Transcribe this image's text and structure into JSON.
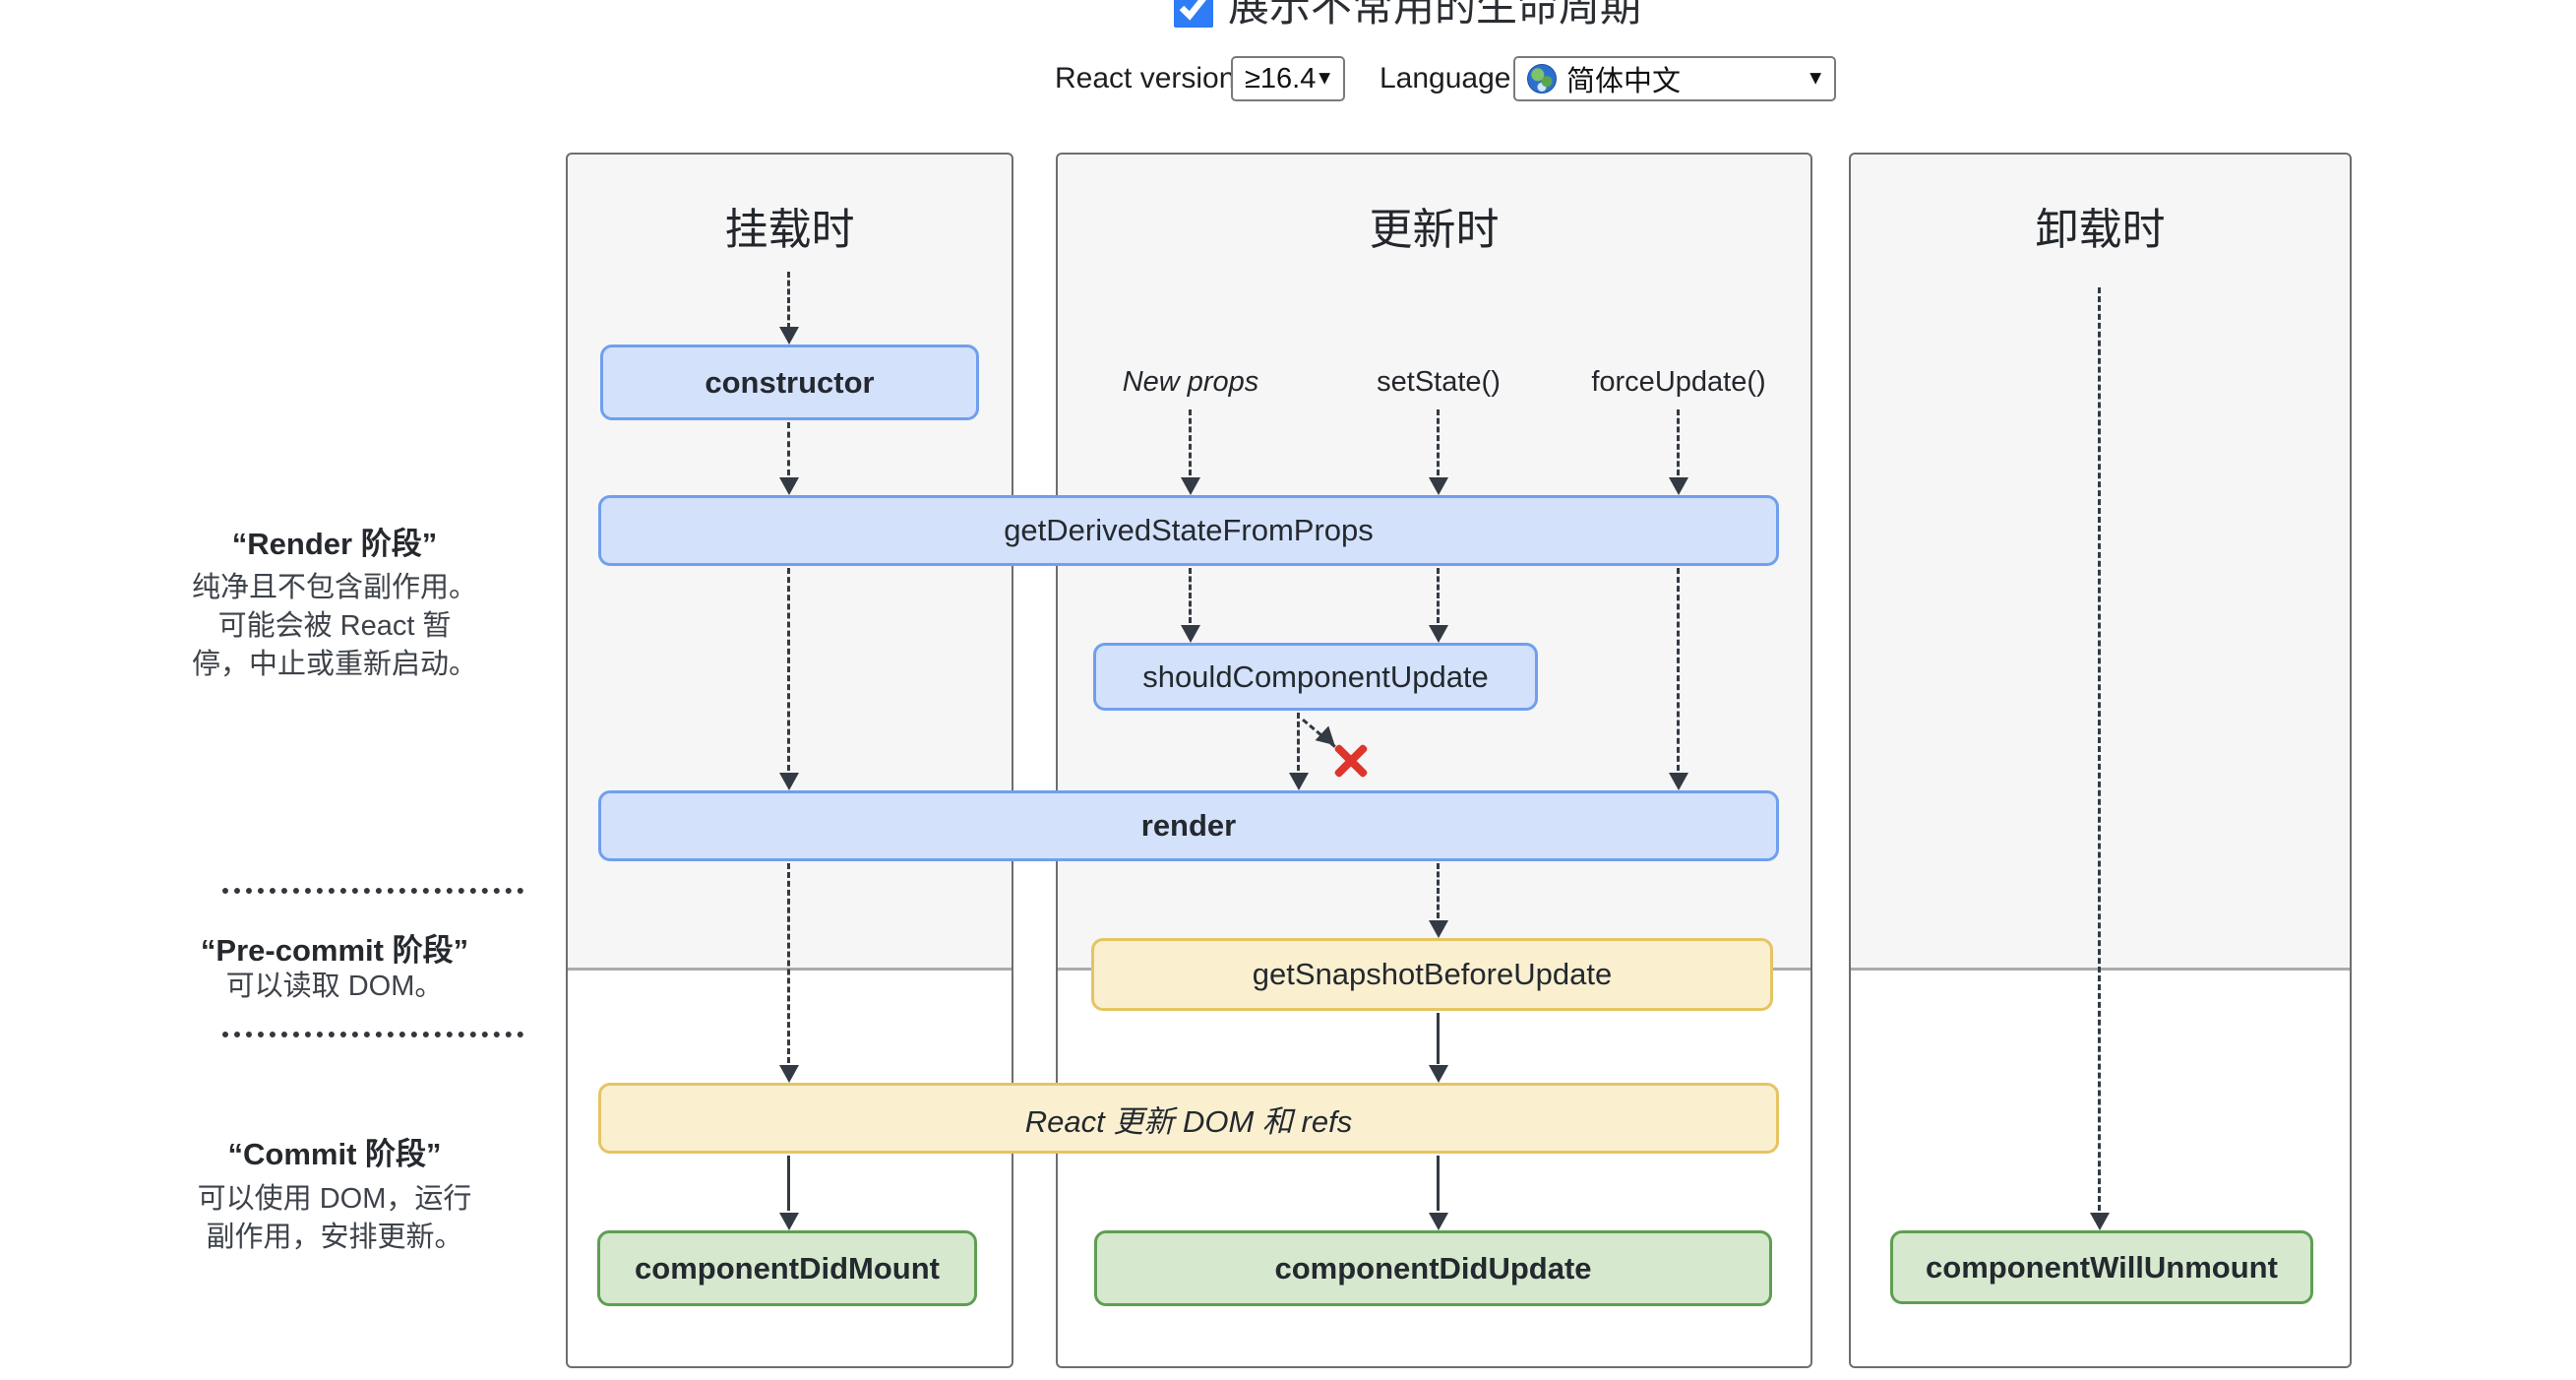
{
  "controls": {
    "show_uncommon_checkbox": {
      "label": "展示不常用的生命周期",
      "checked": true
    },
    "react_version": {
      "label": "React version",
      "value": "≥16.4"
    },
    "language": {
      "label": "Language",
      "value": "简体中文",
      "icon": "globe"
    }
  },
  "columns": {
    "mounting": {
      "title": "挂载时"
    },
    "updating": {
      "title": "更新时"
    },
    "unmounting": {
      "title": "卸载时"
    }
  },
  "phases": {
    "render": {
      "title": "“Render 阶段”",
      "description": "纯净且不包含副作用。\n可能会被 React 暂\n停，中止或重新启动。"
    },
    "pre_commit": {
      "title": "“Pre-commit 阶段”",
      "description": "可以读取 DOM。"
    },
    "commit": {
      "title": "“Commit 阶段”",
      "description": "可以使用 DOM，运行\n副作用，安排更新。"
    }
  },
  "triggers": {
    "new_props": "New props",
    "set_state": "setState()",
    "force_update": "forceUpdate()"
  },
  "lifecycle": {
    "constructor": "constructor",
    "get_derived_state_from_props": "getDerivedStateFromProps",
    "should_component_update": "shouldComponentUpdate",
    "render": "render",
    "get_snapshot_before_update": "getSnapshotBeforeUpdate",
    "react_updates_dom": "React 更新 DOM 和 refs",
    "component_did_mount": "componentDidMount",
    "component_did_update": "componentDidUpdate",
    "component_will_unmount": "componentWillUnmount"
  },
  "icons": {
    "reject_mark": "✕",
    "select_caret": "▼"
  },
  "colors": {
    "blue_fill": "#d3e1fb",
    "blue_border": "#6f9fee",
    "yellow_fill": "#faf0d0",
    "yellow_border": "#e6c464",
    "green_fill": "#d6e8ce",
    "green_border": "#5f9e53",
    "column_bg": "#f6f6f6",
    "arrow": "#333a43",
    "reject_x": "#de352c",
    "checkbox_accent": "#2e7cf6"
  }
}
